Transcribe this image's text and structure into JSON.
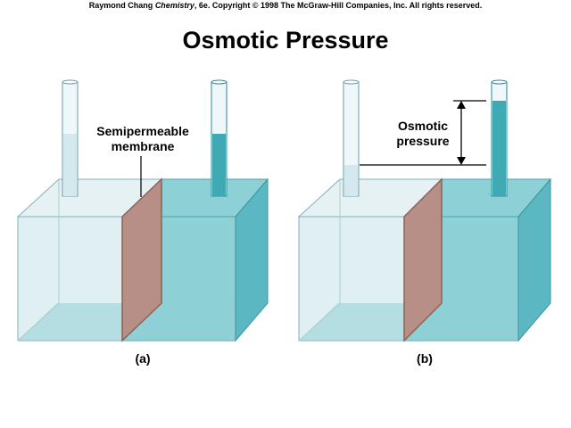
{
  "header": {
    "credit_author": "Raymond Chang",
    "credit_book": "Chemistry",
    "credit_rest": ", 6e.  Copyright © 1998 The McGraw-Hill Companies, Inc. All rights reserved."
  },
  "title": "Osmotic Pressure",
  "panel_a": {
    "label": "(a)",
    "annotation_line1": "Semipermeable",
    "annotation_line2": "membrane"
  },
  "panel_b": {
    "label": "(b)",
    "annotation_line1": "Osmotic",
    "annotation_line2": "pressure"
  },
  "colors": {
    "pure_water": "#dfeff2",
    "solution": "#8dd1d6",
    "membrane": "#b88f86",
    "tube_glass": "#eef7f9",
    "tube_outline": "#6a9ea8"
  }
}
